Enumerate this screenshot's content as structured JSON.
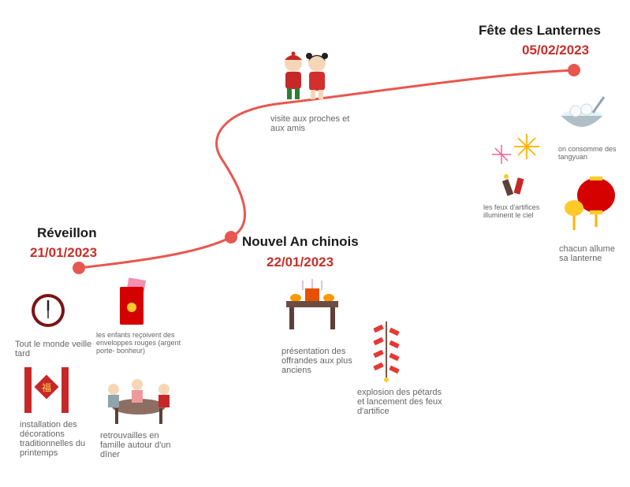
{
  "colors": {
    "timeline": "#e8574f",
    "date": "#c7302a",
    "title": "#1a1a1a",
    "caption": "#666666"
  },
  "events": {
    "reveillon": {
      "title": "Réveillon",
      "date": "21/01/2023"
    },
    "nouvel_an": {
      "title": "Nouvel An chinois",
      "date": "22/01/2023"
    },
    "lanternes": {
      "title": "Fête des Lanternes",
      "date": "05/02/2023"
    }
  },
  "captions": {
    "visite": "visite aux proches et aux amis",
    "veille": "Tout le monde veille tard",
    "enveloppes": "les enfants reçoivent des enveloppes rouges (argent porte- bonheur)",
    "decorations": "installation des décorations traditionnelles du printemps",
    "retrouvailles": "retrouvailles en famille autour d'un dîner",
    "offrandes": "présentation des offrandes aux plus anciens",
    "petards": "explosion des pétards et lancement des feux d'artifice",
    "tangyuan": "on consomme des tangyuan",
    "feux": "les feux d'artifices illuminent le ciel",
    "lanterne": "chacun allume sa lanterne"
  },
  "icons": {
    "kids": "chinese-kids-icon",
    "clock": "clock-icon",
    "envelope": "red-envelope-icon",
    "couplets": "spring-couplets-icon",
    "dinner": "family-dinner-icon",
    "altar": "offering-table-icon",
    "firecracker": "firecracker-icon",
    "tangyuan": "tangyuan-bowl-icon",
    "fireworks": "fireworks-icon",
    "lantern": "lantern-icon"
  }
}
